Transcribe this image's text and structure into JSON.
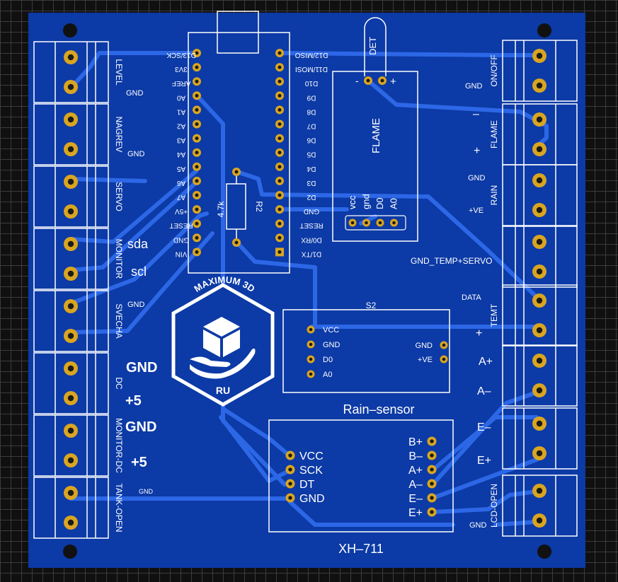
{
  "colors": {
    "background": "#101010",
    "grid": "#3c3c3c",
    "board": "#0c3aa6",
    "trace": "#2c67e6",
    "silkscreen": "#ffffff",
    "pad": "#d9a521",
    "hole": "#1b1b1b"
  },
  "nano": {
    "left_pins": [
      "D13/SCK",
      "3V3",
      "AREF",
      "A0",
      "A1",
      "A2",
      "A3",
      "A4",
      "A5",
      "A6",
      "A7",
      "+5V",
      "RESET",
      "GND",
      "VIN"
    ],
    "right_pins": [
      "D12/MISO",
      "D11/MOSI",
      "D10",
      "D9",
      "D8",
      "D7",
      "D6",
      "D5",
      "D4",
      "D3",
      "D2",
      "GND",
      "RESET",
      "D0/RX",
      "D1/TX"
    ]
  },
  "resistor": {
    "ref": "R2",
    "value": "4.7k"
  },
  "left_terminals": [
    "LEVEL",
    "NAGREV",
    "SERVO",
    "MONITOR",
    "SVECHA",
    "DC",
    "MONITOR-DC",
    "TANK-OPEN"
  ],
  "right_terminals": [
    "ON/OFF",
    "FLAME",
    "RAIN",
    "",
    "TEMT",
    "",
    "",
    "LCD-OPEN"
  ],
  "right_labels": {
    "gnd_onoff": "GND",
    "flame_minus": "–",
    "flame_plus": "+",
    "rain_gnd": "GND",
    "rain_ve": "+VE",
    "temp_servo": "GND_TEMP+SERVO",
    "data": "DATA",
    "temt_plus": "+",
    "a_plus": "A+",
    "a_minus": "A–",
    "e_minus": "E–",
    "e_plus": "E+",
    "lcd_gnd": "GND"
  },
  "left_labels": {
    "level_gnd": "GND",
    "nagrev_gnd": "GND",
    "sda": "sda",
    "scl": "scl",
    "svecha_gnd": "GND",
    "dc_gnd": "GND",
    "dc_5v": "+5",
    "mdc_gnd": "GND",
    "mdc_5v": "+5",
    "tank_gnd": "GND"
  },
  "flame": {
    "title": "FLAME",
    "det": "DET",
    "minus": "-",
    "plus": "+",
    "pins": [
      "vcc",
      "gnd",
      "D0",
      "A0"
    ]
  },
  "rain": {
    "ref": "S2",
    "caption": "Rain–sensor",
    "left_pins": [
      "VCC",
      "GND",
      "D0",
      "A0"
    ],
    "right_pins": [
      "GND",
      "+VE"
    ]
  },
  "hx711": {
    "caption": "XH–711",
    "left_pins": [
      "VCC",
      "SCK",
      "DT",
      "GND"
    ],
    "right_pins": [
      "B+",
      "B–",
      "A+",
      "A–",
      "E–",
      "E+"
    ]
  },
  "logo": {
    "top": "MAXIMUM 3D",
    "bottom": "RU"
  }
}
